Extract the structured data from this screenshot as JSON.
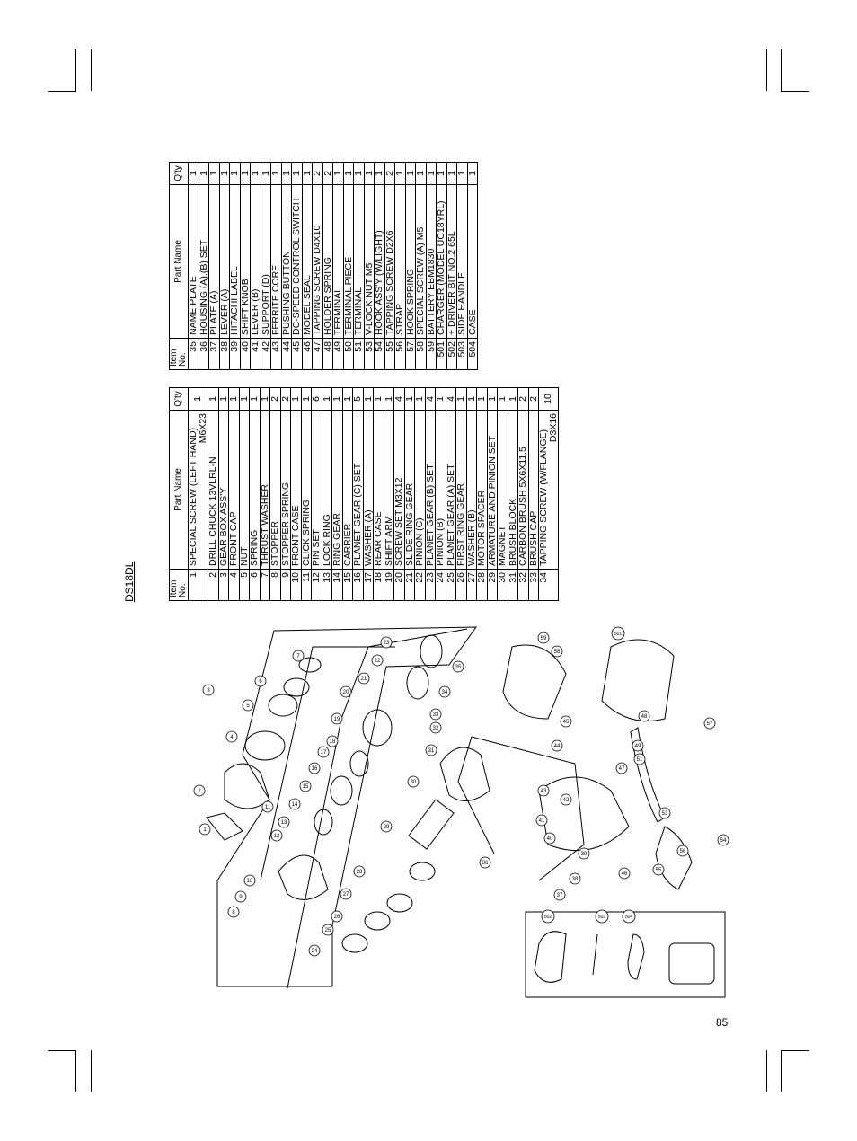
{
  "model": "DS18DL",
  "page_number": "85",
  "headers": {
    "item": "Item No.",
    "part": "Part Name",
    "qty": "Q'ty"
  },
  "table1": [
    {
      "no": "1",
      "name": "SPECIAL SCREW (LEFT HAND)",
      "name2": "M6X23",
      "qty": "1"
    },
    {
      "no": "2",
      "name": "DRILL CHUCK 13VLRL-N",
      "qty": "1"
    },
    {
      "no": "3",
      "name": "GEAR BOX ASS'Y",
      "qty": "1"
    },
    {
      "no": "4",
      "name": "FRONT CAP",
      "qty": "1"
    },
    {
      "no": "5",
      "name": "NUT",
      "qty": "1"
    },
    {
      "no": "6",
      "name": "SPRING",
      "qty": "1"
    },
    {
      "no": "7",
      "name": "THRUST WASHER",
      "qty": "1"
    },
    {
      "no": "8",
      "name": "STOPPER",
      "qty": "2"
    },
    {
      "no": "9",
      "name": "STOPPER SPRING",
      "qty": "2"
    },
    {
      "no": "10",
      "name": "FRONT CASE",
      "qty": "1"
    },
    {
      "no": "11",
      "name": "CLICK SPRING",
      "qty": "1"
    },
    {
      "no": "12",
      "name": "PIN SET",
      "qty": "6"
    },
    {
      "no": "13",
      "name": "LOCK RING",
      "qty": "1"
    },
    {
      "no": "14",
      "name": "RING GEAR",
      "qty": "1"
    },
    {
      "no": "15",
      "name": "CARRIER",
      "qty": "1"
    },
    {
      "no": "16",
      "name": "PLANET GEAR (C) SET",
      "qty": "5"
    },
    {
      "no": "17",
      "name": "WASHER (A)",
      "qty": "1"
    },
    {
      "no": "18",
      "name": "REAR CASE",
      "qty": "1"
    },
    {
      "no": "19",
      "name": "SHIFT ARM",
      "qty": "1"
    },
    {
      "no": "20",
      "name": "SCREW SET M3X12",
      "qty": "4"
    },
    {
      "no": "21",
      "name": "SLIDE RING GEAR",
      "qty": "1"
    },
    {
      "no": "22",
      "name": "PINION (C)",
      "qty": "1"
    },
    {
      "no": "23",
      "name": "PLANET GEAR (B) SET",
      "qty": "4"
    },
    {
      "no": "24",
      "name": "PINION (B)",
      "qty": "1"
    },
    {
      "no": "25",
      "name": "PLANET GEAR (A) SET",
      "qty": "4"
    },
    {
      "no": "26",
      "name": "FIRST RING GEAR",
      "qty": "1"
    },
    {
      "no": "27",
      "name": "WASHER (B)",
      "qty": "1"
    },
    {
      "no": "28",
      "name": "MOTOR SPACER",
      "qty": "1"
    },
    {
      "no": "29",
      "name": "ARMATURE AND PINION SET",
      "qty": "1"
    },
    {
      "no": "30",
      "name": "MAGNET",
      "qty": "1"
    },
    {
      "no": "31",
      "name": "BRUSH BLOCK",
      "qty": "1"
    },
    {
      "no": "32",
      "name": "CARBON BRUSH 5X6X11.5",
      "qty": "2"
    },
    {
      "no": "33",
      "name": "BRUSH CAP",
      "qty": "2"
    },
    {
      "no": "34",
      "name": "TAPPING SCREW (W/FLANGE)",
      "name2": "D3X16",
      "qty": "10"
    }
  ],
  "table2": [
    {
      "no": "35",
      "name": "NAME PLATE",
      "qty": "1"
    },
    {
      "no": "36",
      "name": "HOUSING (A).(B) SET",
      "qty": "1"
    },
    {
      "no": "37",
      "name": "PLATE (A)",
      "qty": "1"
    },
    {
      "no": "38",
      "name": "LEVER (A)",
      "qty": "1"
    },
    {
      "no": "39",
      "name": "HITACHI LABEL",
      "qty": "1"
    },
    {
      "no": "40",
      "name": "SHIFT KNOB",
      "qty": "1"
    },
    {
      "no": "41",
      "name": "LEVER (B)",
      "qty": "1"
    },
    {
      "no": "42",
      "name": "SUPPORT (D)",
      "qty": "1"
    },
    {
      "no": "43",
      "name": "FERRITE CORE",
      "qty": "1"
    },
    {
      "no": "44",
      "name": "PUSHING BUTTON",
      "qty": "1"
    },
    {
      "no": "45",
      "name": "DC-SPEED CONTROL SWITCH",
      "qty": "1"
    },
    {
      "no": "46",
      "name": "MODEL SEAL",
      "qty": "1"
    },
    {
      "no": "47",
      "name": "TAPPING SCREW D4X10",
      "qty": "2"
    },
    {
      "no": "48",
      "name": "HOLDER SPRING",
      "qty": "2"
    },
    {
      "no": "49",
      "name": "TERMINAL",
      "qty": "1"
    },
    {
      "no": "50",
      "name": "TERMINAL PIECE",
      "qty": "1"
    },
    {
      "no": "51",
      "name": "TERMINAL",
      "qty": "1"
    },
    {
      "no": "53",
      "name": "V-LOCK NUT M5",
      "qty": "1"
    },
    {
      "no": "54",
      "name": "HOOK ASS'Y (W/LIGHT)",
      "qty": "1"
    },
    {
      "no": "55",
      "name": "TAPPING SCREW D2X6",
      "qty": "2"
    },
    {
      "no": "56",
      "name": "STRAP",
      "qty": "1"
    },
    {
      "no": "57",
      "name": "HOOK SPRING",
      "qty": "1"
    },
    {
      "no": "58",
      "name": "SPECIAL SCREW (A) M5",
      "qty": "1"
    },
    {
      "no": "59",
      "name": "BATTERY EBM1830",
      "qty": "1"
    },
    {
      "no": "501",
      "name": "CHARGER (MODEL UC18YRL)",
      "qty": "1"
    },
    {
      "no": "502",
      "name": "+ DRIVER BIT NO.2 65L",
      "qty": "1"
    },
    {
      "no": "503",
      "name": "SIDE HANDLE",
      "qty": "1"
    },
    {
      "no": "504",
      "name": "CASE",
      "qty": "1"
    }
  ],
  "callouts": [
    "1",
    "2",
    "3",
    "4",
    "5",
    "6",
    "7",
    "8",
    "9",
    "10",
    "11",
    "12",
    "13",
    "14",
    "15",
    "16",
    "17",
    "18",
    "19",
    "20",
    "21",
    "22",
    "23",
    "24",
    "25",
    "26",
    "27",
    "28",
    "29",
    "30",
    "31",
    "32",
    "33",
    "34",
    "35",
    "36",
    "37",
    "38",
    "39",
    "40",
    "41",
    "42",
    "43",
    "44",
    "45",
    "46",
    "47",
    "48",
    "49",
    "51",
    "53",
    "54",
    "55",
    "56",
    "57",
    "58",
    "59",
    "501",
    "502",
    "503",
    "504"
  ]
}
